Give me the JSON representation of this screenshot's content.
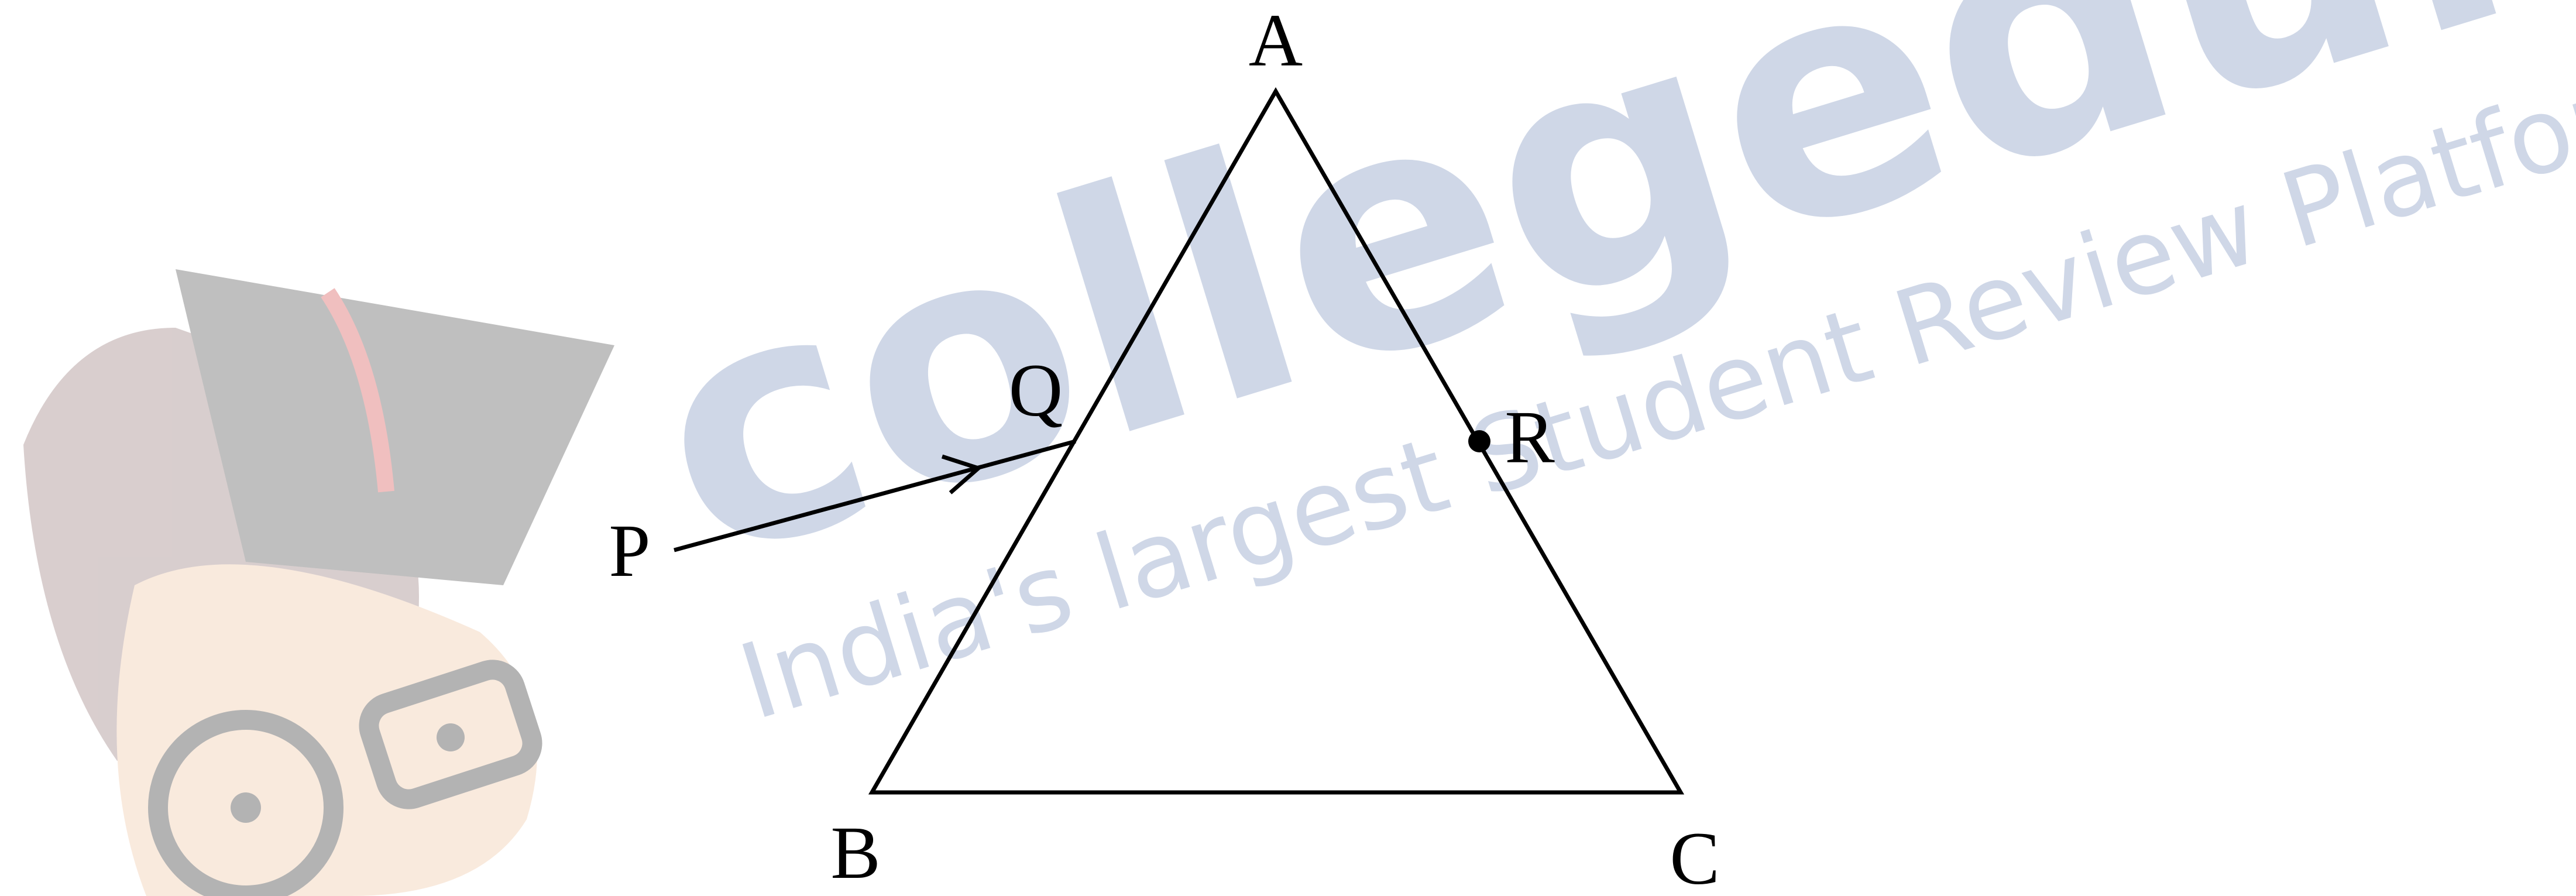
{
  "colors": {
    "line": "#000000",
    "background": "#ffffff",
    "watermark_text": "#a8b7d4",
    "watermark_mascot_cap": "#5a5a5a",
    "watermark_mascot_tassel": "#d95a5a",
    "watermark_mascot_hair": "#9b8080",
    "watermark_mascot_skin": "#f0c8a8"
  },
  "watermark": {
    "brand": "collegedunia",
    "tagline": "India's largest Student Review Platform"
  },
  "diagram": {
    "shape": "equilateral triangle ABC with incident ray PQ",
    "vertices": {
      "A": "A",
      "B": "B",
      "C": "C"
    },
    "points": {
      "P": "P",
      "Q": "Q",
      "R": "R"
    },
    "rays": [
      {
        "from": "P",
        "to": "Q",
        "arrow": true
      }
    ],
    "marked_points": [
      "R"
    ]
  }
}
